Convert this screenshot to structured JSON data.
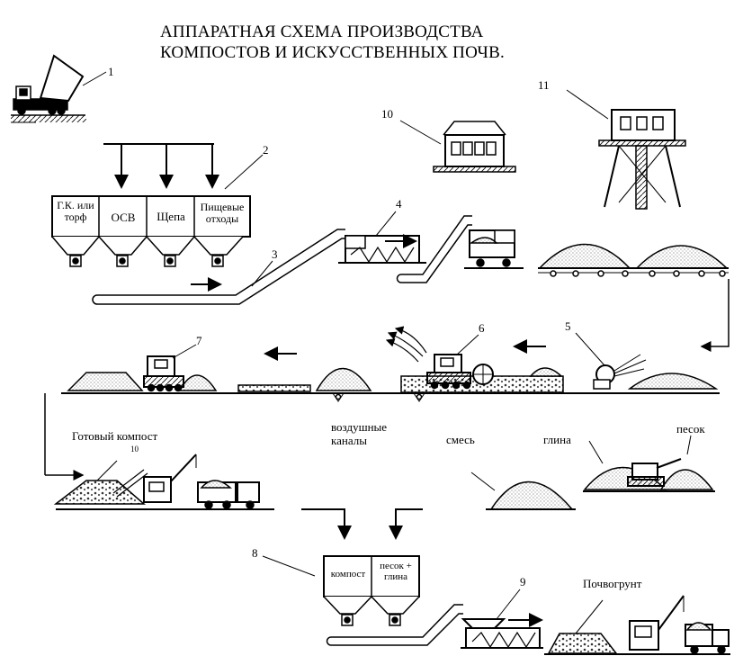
{
  "title": {
    "line1": "АППАРАТНАЯ СХЕМА ПРОИЗВОДСТВА",
    "line2": "КОМПОСТОВ И ИСКУССТВЕННЫХ ПОЧВ."
  },
  "numbers": {
    "n1": "1",
    "n2": "2",
    "n3": "3",
    "n4": "4",
    "n5": "5",
    "n6": "6",
    "n7": "7",
    "n8": "8",
    "n9": "9",
    "n10": "10",
    "n11": "11",
    "n10b": "10"
  },
  "hoppers_top": [
    "Г.К. или торф",
    "ОСВ",
    "Щепа",
    "Пищевые отходы"
  ],
  "hoppers_bottom": [
    "компост",
    "песок + глина"
  ],
  "labels": {
    "air_channels": "воздушные каналы",
    "ready_compost": "Готовый компост",
    "mix": "смесь",
    "clay": "глина",
    "sand": "песок",
    "soil": "Почвогрунт"
  }
}
